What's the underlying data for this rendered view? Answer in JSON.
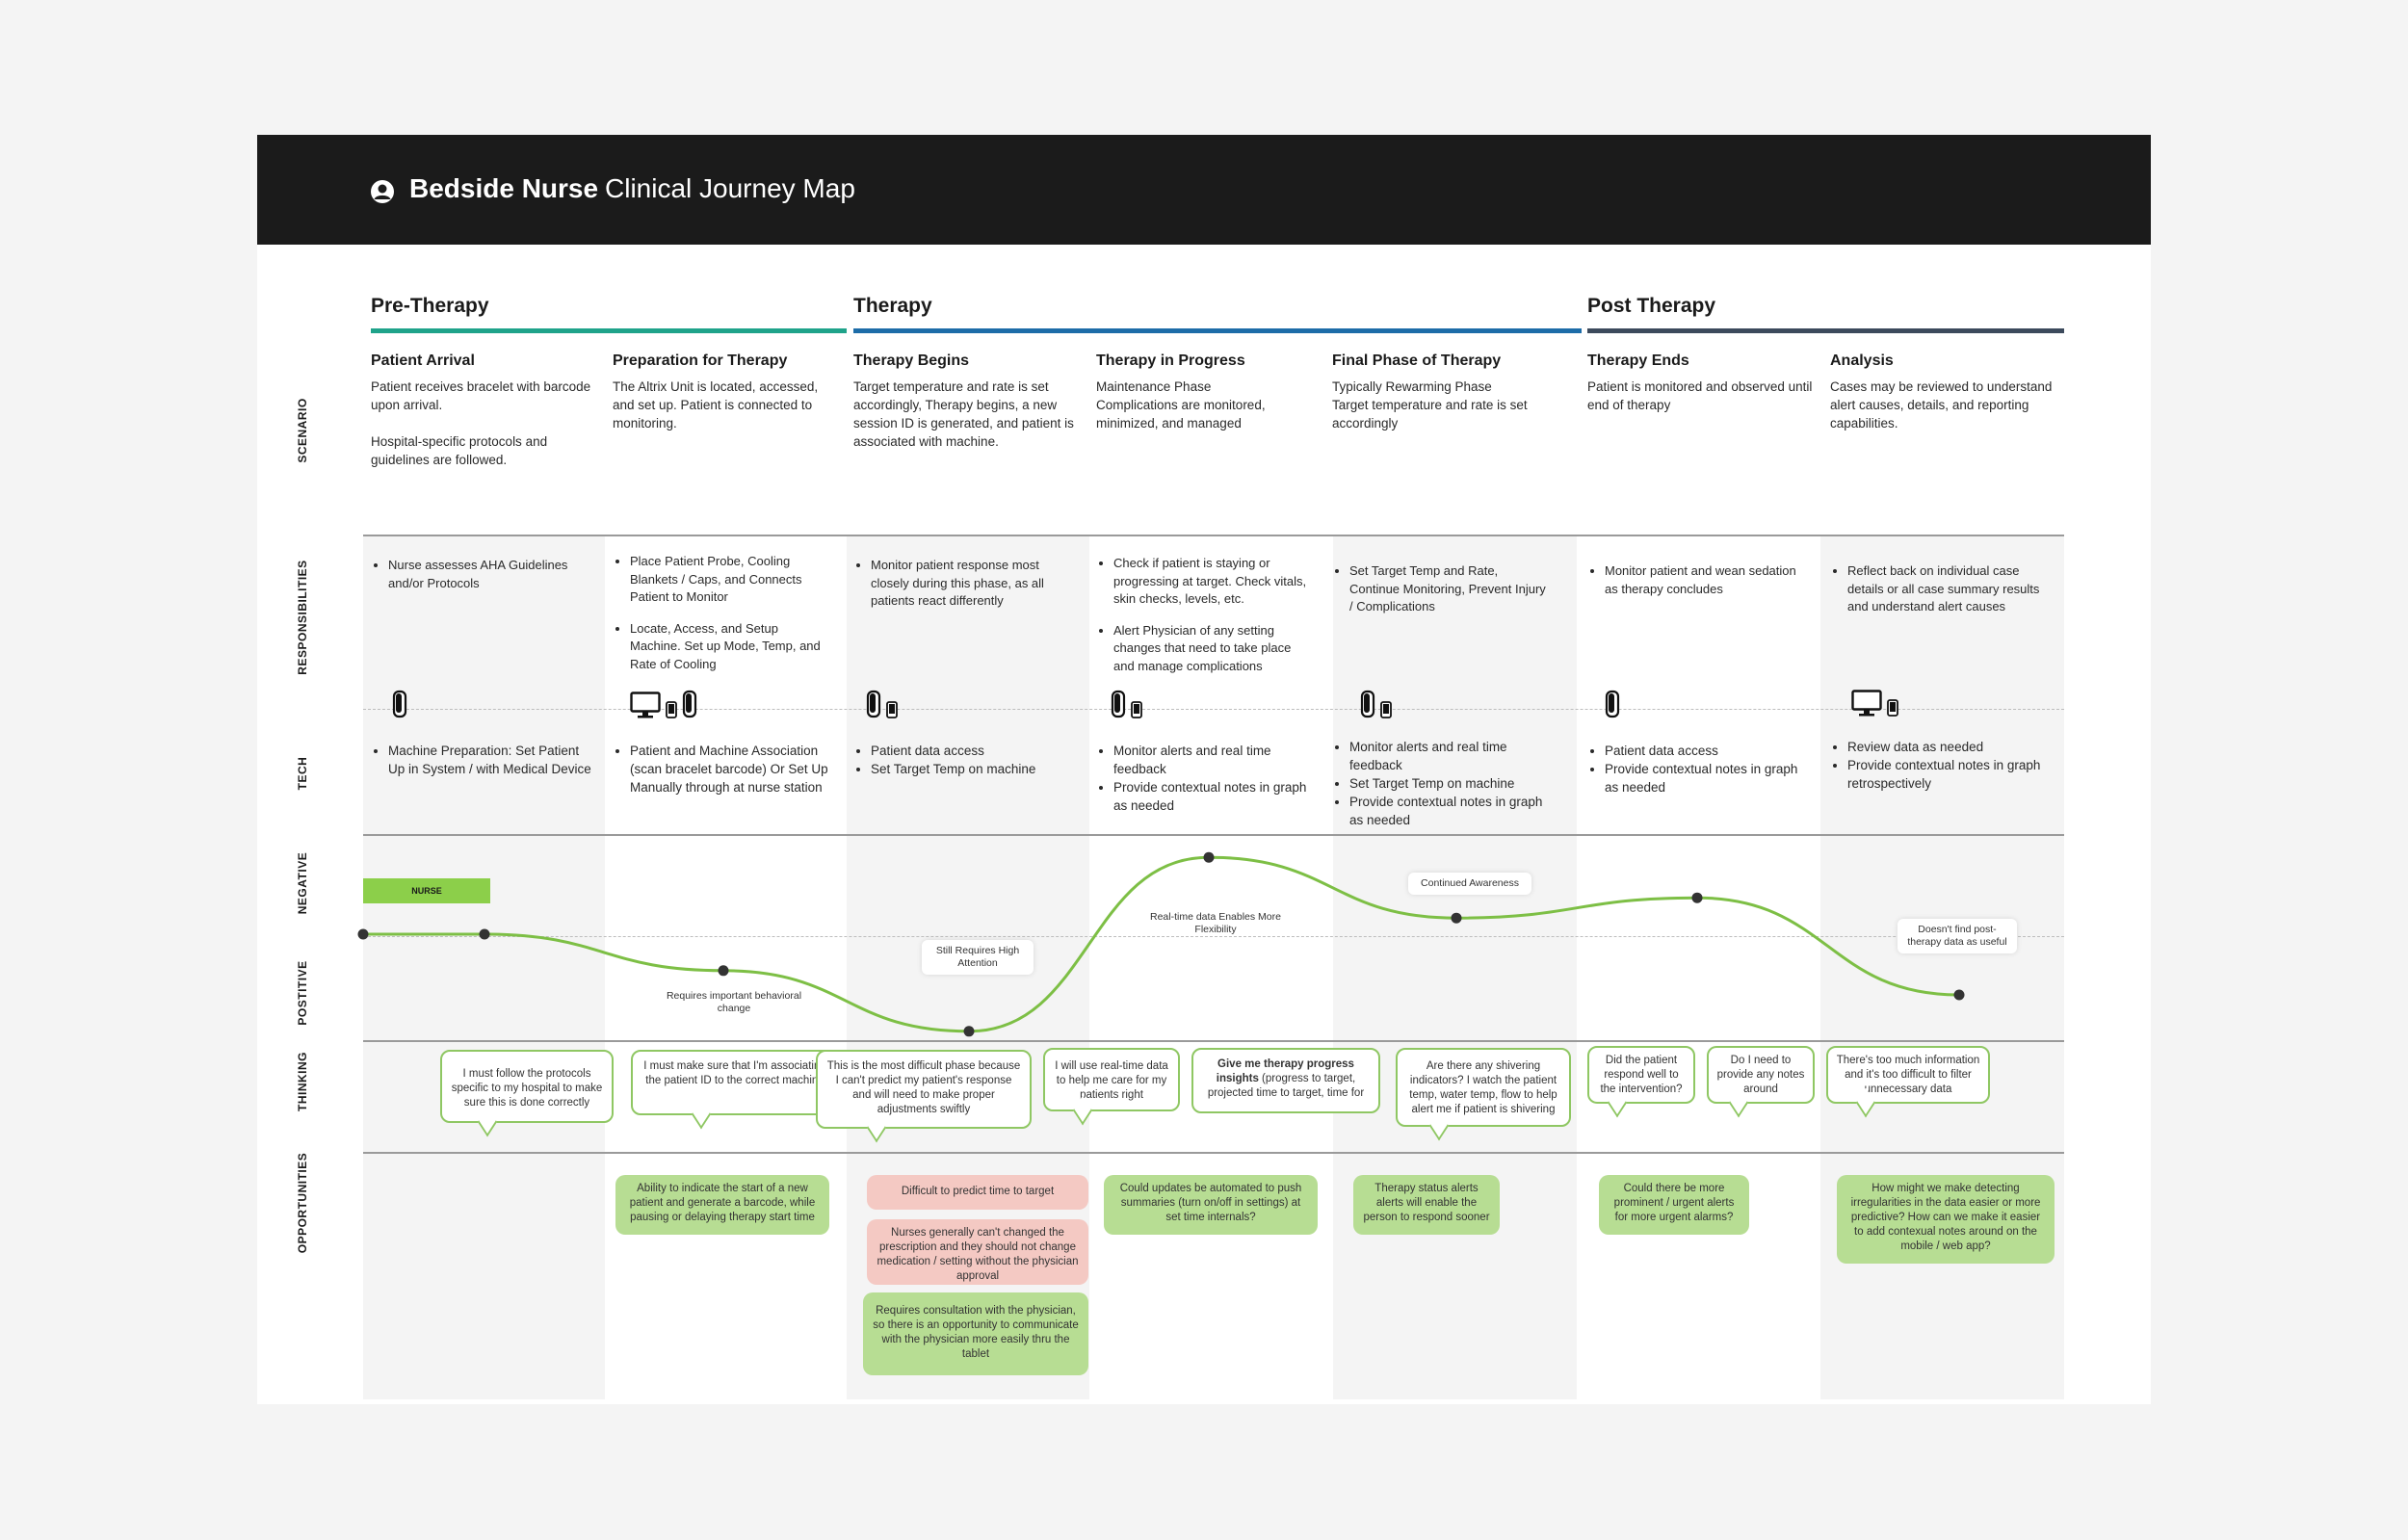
{
  "header": {
    "persona": "Bedside Nurse",
    "title": "Clinical Journey Map"
  },
  "phases": [
    {
      "name": "Pre-Therapy",
      "color": "#1fa38a"
    },
    {
      "name": "Therapy",
      "color": "#1d6ca8"
    },
    {
      "name": "Post Therapy",
      "color": "#3c4a5c"
    }
  ],
  "row_labels": {
    "scenario": "SCENARIO",
    "responsibilities": "RESPONSIBILITIES",
    "tech": "TECH",
    "negative": "NEGATIVE",
    "positive": "POSTITIVE",
    "thinking": "THINKING",
    "opportunities": "OPPORTUNITIES"
  },
  "stages": [
    {
      "title": "Patient Arrival",
      "desc": "Patient receives bracelet with barcode upon arrival.\n\nHospital-specific protocols and guidelines are followed.",
      "resp": [
        "Nurse assesses AHA Guidelines and/or Protocols"
      ],
      "icons": [
        "device-icon"
      ],
      "tech": [
        "Machine Preparation: Set Patient Up in System / with Medical Device"
      ]
    },
    {
      "title": "Preparation for Therapy",
      "desc": "The Altrix Unit is located, accessed, and set up. Patient is connected to monitoring.",
      "resp": [
        "Place Patient Probe, Cooling Blankets / Caps, and Connects Patient to Monitor",
        "Locate, Access, and Setup Machine. Set up Mode, Temp, and Rate of Cooling"
      ],
      "icons": [
        "monitor-icon",
        "phone-icon",
        "device-icon"
      ],
      "tech": [
        "Patient and Machine Association (scan bracelet barcode) Or Set Up Manually through at nurse station"
      ]
    },
    {
      "title": "Therapy Begins",
      "desc": "Target temperature and rate is set accordingly, Therapy begins, a new session ID is generated, and patient is associated with machine.",
      "resp": [
        "Monitor patient response most closely during this phase, as all patients react differently"
      ],
      "icons": [
        "device-icon",
        "phone-icon"
      ],
      "tech": [
        "Patient data access",
        "Set Target Temp on machine"
      ]
    },
    {
      "title": "Therapy in Progress",
      "desc": "Maintenance Phase\nComplications are monitored, minimized, and managed",
      "resp": [
        "Check if patient is staying or progressing at target. Check vitals, skin checks, levels, etc.",
        "Alert Physician of any setting changes that need to take place and manage complications"
      ],
      "icons": [
        "device-icon",
        "phone-icon"
      ],
      "tech": [
        "Monitor alerts and real time feedback",
        "Provide contextual notes in graph as needed"
      ]
    },
    {
      "title": "Final Phase of Therapy",
      "desc": "Typically Rewarming Phase\nTarget temperature and rate is set accordingly",
      "resp": [
        "Set Target Temp and Rate, Continue Monitoring, Prevent Injury / Complications"
      ],
      "icons": [
        "device-icon",
        "phone-icon"
      ],
      "tech": [
        "Monitor alerts and real time feedback",
        "Set Target Temp on machine",
        "Provide contextual notes in graph as needed"
      ]
    },
    {
      "title": "Therapy Ends",
      "desc": "Patient is monitored and observed until end of therapy",
      "resp": [
        "Monitor patient and wean sedation as therapy concludes"
      ],
      "icons": [
        "device-icon"
      ],
      "tech": [
        "Patient data access",
        "Provide contextual notes in graph as needed"
      ]
    },
    {
      "title": "Analysis",
      "desc": "Cases may be reviewed to understand alert causes, details, and reporting capabilities.",
      "resp": [
        "Reflect back on individual case details or all case summary results and understand alert causes"
      ],
      "icons": [
        "monitor-icon",
        "phone-icon"
      ],
      "tech": [
        "Review data as needed",
        "Provide contextual notes in graph retrospectively"
      ]
    }
  ],
  "emotion": {
    "legend": "NURSE",
    "line_color": "#7dbf45",
    "points": [
      0.0,
      0.0,
      -0.45,
      -1.2,
      0.95,
      0.2,
      0.45,
      -0.75
    ],
    "labels": [
      "Requires important behavioral change",
      "Still Requires High Attention",
      "Real-time data Enables More Flexibility",
      "Continued Awareness",
      "Doesn't find post-therapy data as useful"
    ]
  },
  "thinking": [
    "I must follow the protocols specific to my hospital to make sure this is done correctly",
    "I must make sure that I'm associating the patient ID to the correct machine",
    "This is the most difficult phase because I can't predict my patient's response and will need to make proper adjustments swiftly",
    "I will use real-time data to help me care for my patients right",
    {
      "bold": "Give me therapy progress insights",
      "rest": " (progress to target, projected time to target, time for"
    },
    "Are there any shivering indicators? I watch the patient temp, water temp, flow to help alert me if patient is shivering",
    "Did the patient respond well to the intervention?",
    "Do I need to provide any notes around",
    "There's too much information and it's too difficult to filter unnecessary data"
  ],
  "opportunities": [
    {
      "text": "Ability to indicate the start of a new patient and generate a barcode, while pausing or delaying therapy start time",
      "kind": "g"
    },
    {
      "text": "Difficult to predict time to target",
      "kind": "r"
    },
    {
      "text": "Nurses generally can't changed the prescription and they should not change medication / setting without the physician approval",
      "kind": "r"
    },
    {
      "text": "Requires consultation with the physician, so there is an opportunity to communicate with the physician more easily thru the tablet",
      "kind": "g"
    },
    {
      "text": "Could updates be automated to push summaries (turn on/off in settings) at set time internals?",
      "kind": "g"
    },
    {
      "text": "Therapy status alerts alerts will enable the person to respond sooner",
      "kind": "g"
    },
    {
      "text": "Could there be more prominent / urgent alerts for more urgent alarms?",
      "kind": "g"
    },
    {
      "text": "How might we make detecting irregularities in the data easier or more predictive? How can we make it easier to add contexual notes around on the mobile / web app?",
      "kind": "g"
    }
  ]
}
